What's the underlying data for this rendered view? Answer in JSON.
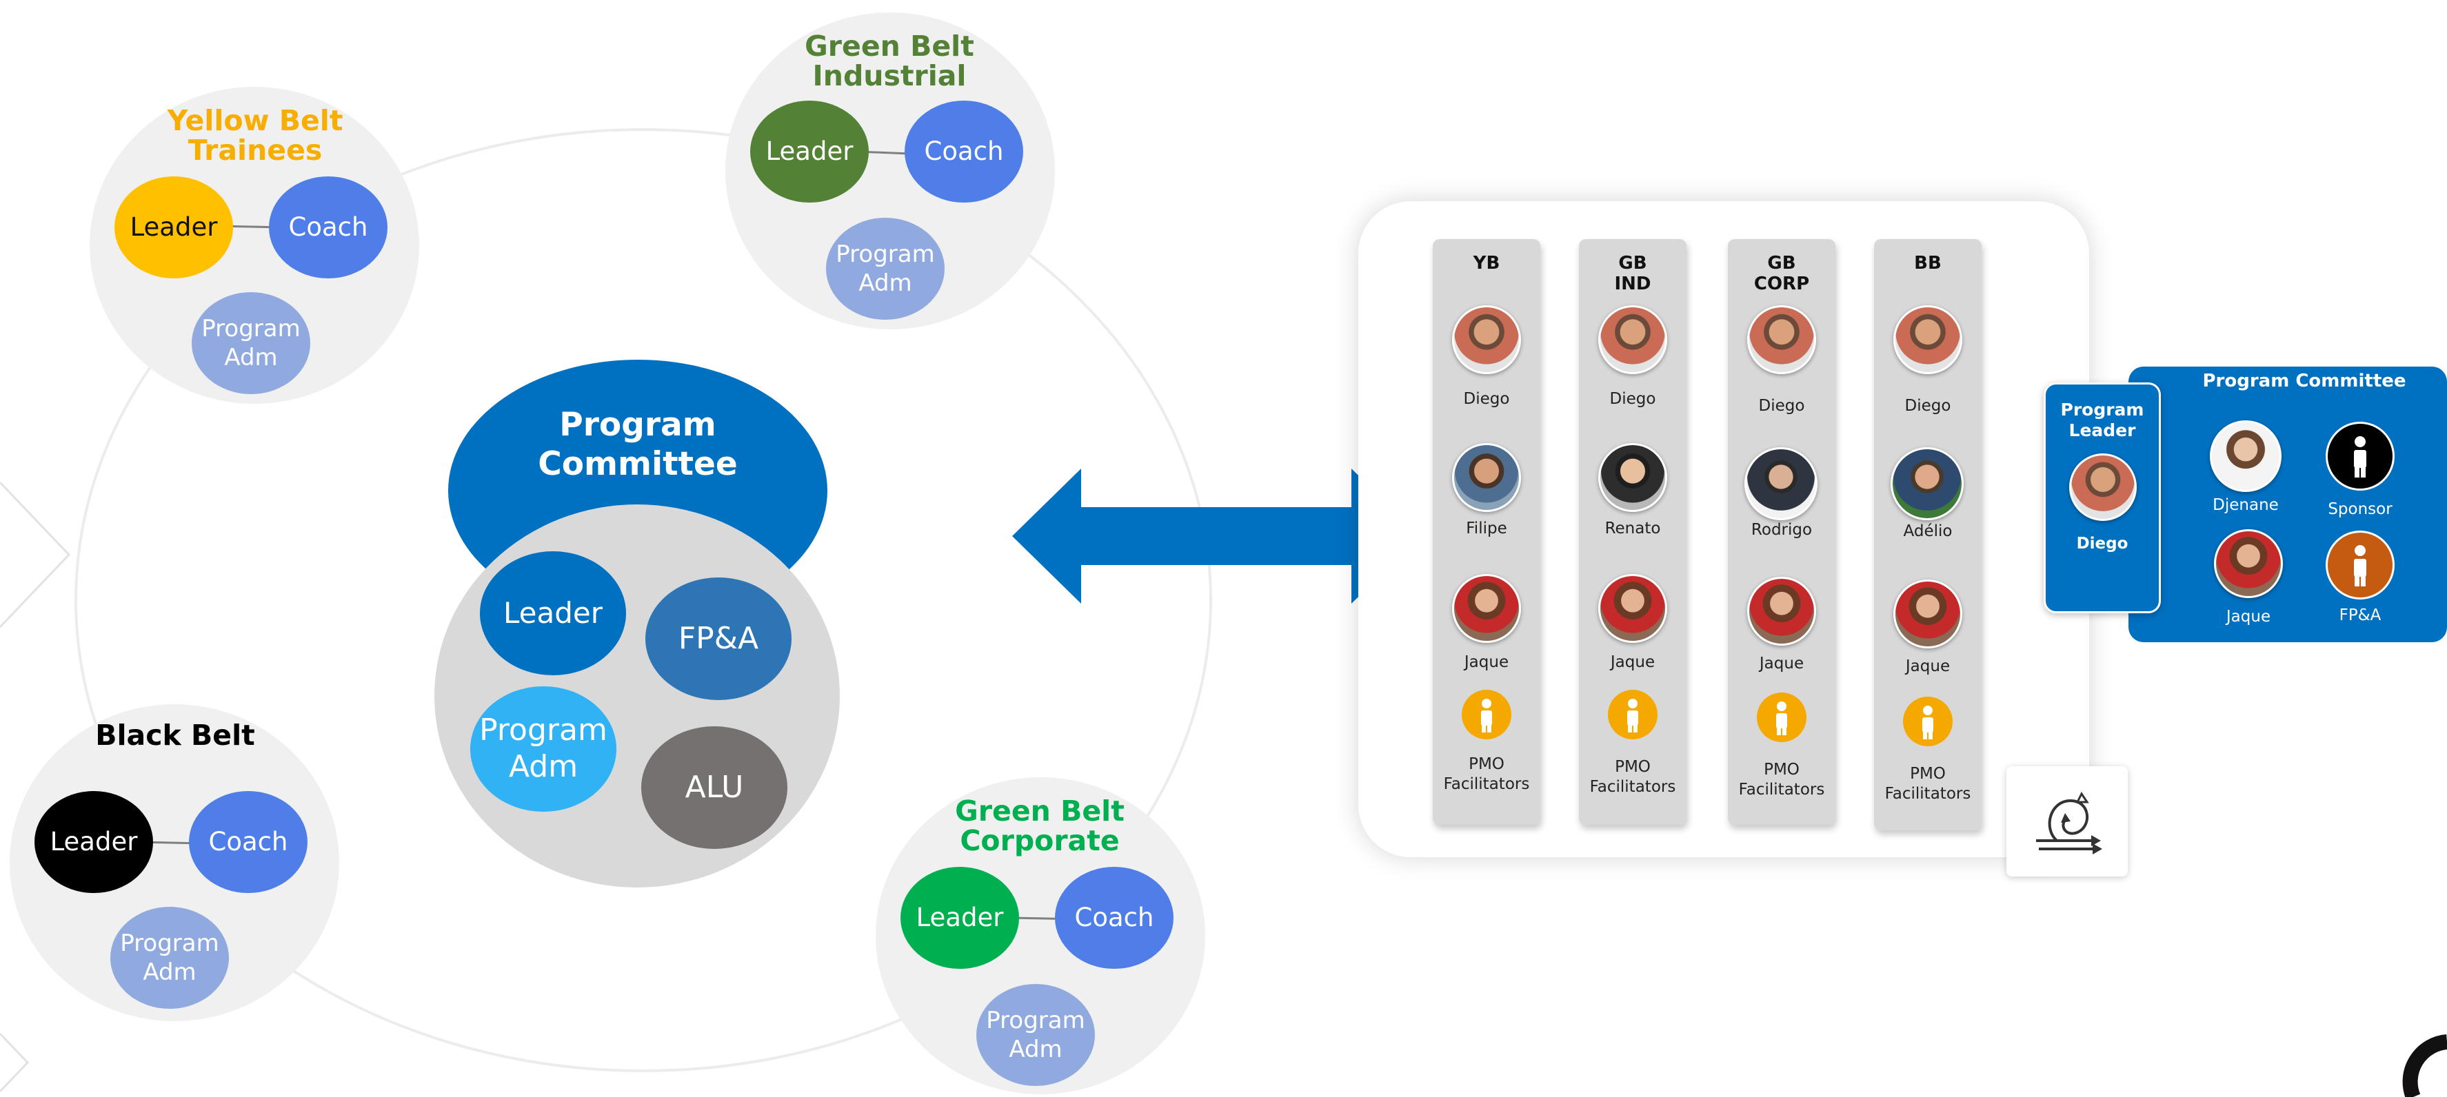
{
  "belts": {
    "yellow": {
      "title": "Yellow Belt\nTrainees",
      "leader": "Leader",
      "coach": "Coach",
      "program_adm": "Program\nAdm"
    },
    "green_industrial": {
      "title": "Green Belt\nIndustrial",
      "leader": "Leader",
      "coach": "Coach",
      "program_adm": "Program\nAdm"
    },
    "black": {
      "title": "Black Belt",
      "leader": "Leader",
      "coach": "Coach",
      "program_adm": "Program\nAdm"
    },
    "green_corporate": {
      "title": "Green Belt\nCorporate",
      "leader": "Leader",
      "coach": "Coach",
      "program_adm": "Program\nAdm"
    }
  },
  "committee": {
    "title": "Program\nCommittee",
    "leader": "Leader",
    "fpa": "FP&A",
    "program_adm": "Program\nAdm",
    "alu": "ALU"
  },
  "columns": [
    {
      "header": "YB",
      "people": [
        {
          "name": "Diego",
          "avatar": "diego-photo"
        },
        {
          "name": "Filipe",
          "avatar": "filipe-photo"
        },
        {
          "name": "Jaque",
          "avatar": "jaque-photo"
        }
      ],
      "pmo": "PMO\nFacilitators"
    },
    {
      "header": "GB\nIND",
      "people": [
        {
          "name": "Diego",
          "avatar": "diego-photo"
        },
        {
          "name": "Renato",
          "avatar": "renato-photo"
        },
        {
          "name": "Jaque",
          "avatar": "jaque-photo"
        }
      ],
      "pmo": "PMO\nFacilitators"
    },
    {
      "header": "GB\nCORP",
      "people": [
        {
          "name": "Diego",
          "avatar": "diego-photo"
        },
        {
          "name": "Rodrigo",
          "avatar": "rodrigo-photo"
        },
        {
          "name": "Jaque",
          "avatar": "jaque-photo"
        }
      ],
      "pmo": "PMO\nFacilitators"
    },
    {
      "header": "BB",
      "people": [
        {
          "name": "Diego",
          "avatar": "diego-photo"
        },
        {
          "name": "Adélio",
          "avatar": "adelio-photo"
        },
        {
          "name": "Jaque",
          "avatar": "jaque-photo"
        }
      ],
      "pmo": "PMO\nFacilitators"
    }
  ],
  "program_leader": {
    "title": "Program\nLeader",
    "name": "Diego"
  },
  "program_committee": {
    "title": "Program Committee",
    "members": {
      "djenane": "Djenane",
      "sponsor": "Sponsor",
      "jaque": "Jaque",
      "fpa": "FP&A"
    }
  },
  "colors": {
    "yellow_belt": "#f8ae00",
    "green_industrial": "#538135",
    "green_corporate": "#00b050",
    "black_belt": "#000000",
    "coach": "#4f7ee9",
    "program_adm": "#90a9df",
    "committee_blue": "#0070c0",
    "fpa": "#2e75b6",
    "program_adm_committee": "#31b2f5",
    "alu": "#767171",
    "pmo": "#f5a800",
    "fpa_member": "#c55a11"
  },
  "icons": [
    "double-arrow-icon",
    "person-icon",
    "cycle-arrow-icon"
  ]
}
